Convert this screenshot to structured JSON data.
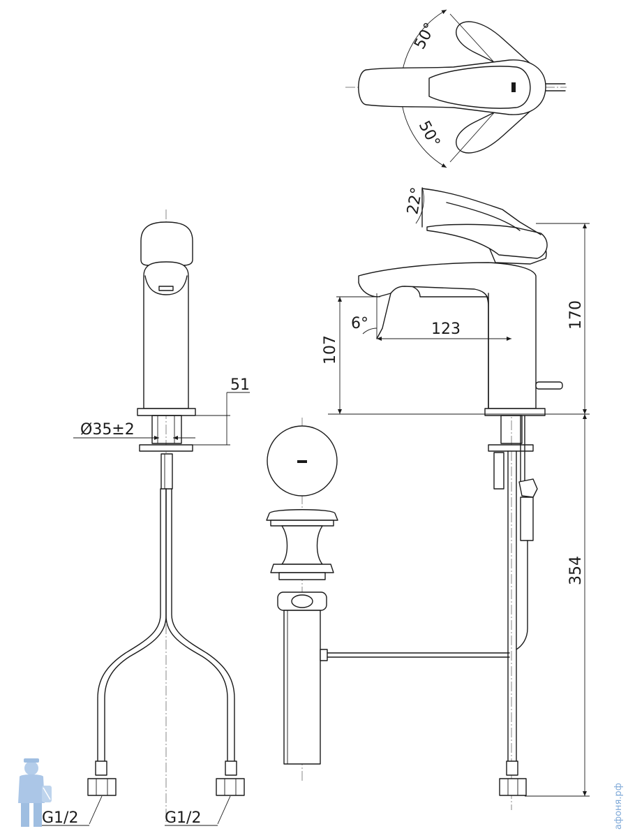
{
  "dimensions": {
    "angle_top_upper": "50°",
    "angle_top_lower": "50°",
    "lever_tilt": "22°",
    "spout_angle": "6°",
    "spout_reach": "123",
    "spout_height": "107",
    "total_height": "170",
    "deck_thickness": "51",
    "hole_diameter": "Ø35±2",
    "hose_length": "354",
    "thread_left": "G1/2",
    "thread_right": "G1/2"
  },
  "watermark": {
    "text": "афоня.рф",
    "color": "#7fa9d8"
  },
  "colors": {
    "line": "#1a1a1a",
    "background": "#ffffff"
  }
}
